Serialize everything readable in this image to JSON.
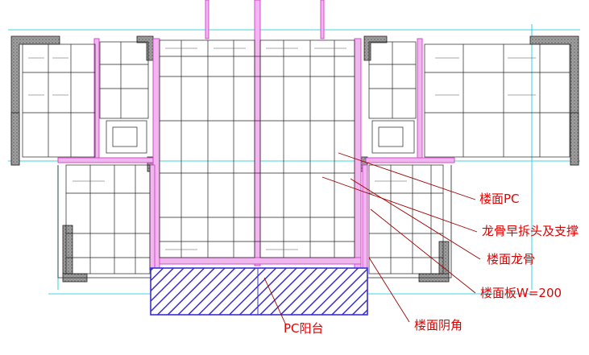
{
  "callouts": {
    "floor_pc": "楼面PC",
    "keel_early_removal": "龙骨早拆头及支撑",
    "floor_keel": "楼面龙骨",
    "floor_slab": "楼面板W=200",
    "floor_inner_corner": "楼面阴角",
    "pc_balcony": "PC阳台"
  },
  "colors": {
    "callout_text": "#e00000",
    "leader_line": "#a00000",
    "formwork_grid": "#333333",
    "panel_outline": "#000000",
    "beam_magenta": "#d040c8",
    "balcony_hatch": "#3a2fd0",
    "axis_cyan": "#00c8d8",
    "wall_concrete": "#8a8a8a"
  }
}
